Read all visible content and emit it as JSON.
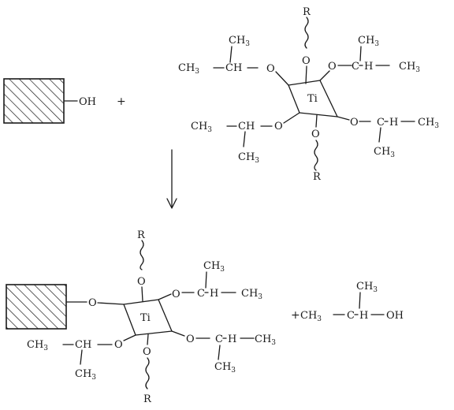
{
  "labels": {
    "ch3": "CH",
    "three": "3",
    "ch": "CH",
    "c": "C",
    "h": "H",
    "o": "O",
    "r": "R",
    "ti": "Ti",
    "oh": "OH",
    "plus": "+"
  },
  "colors": {
    "ink": "#1a1a1a",
    "paper": "#ffffff"
  }
}
